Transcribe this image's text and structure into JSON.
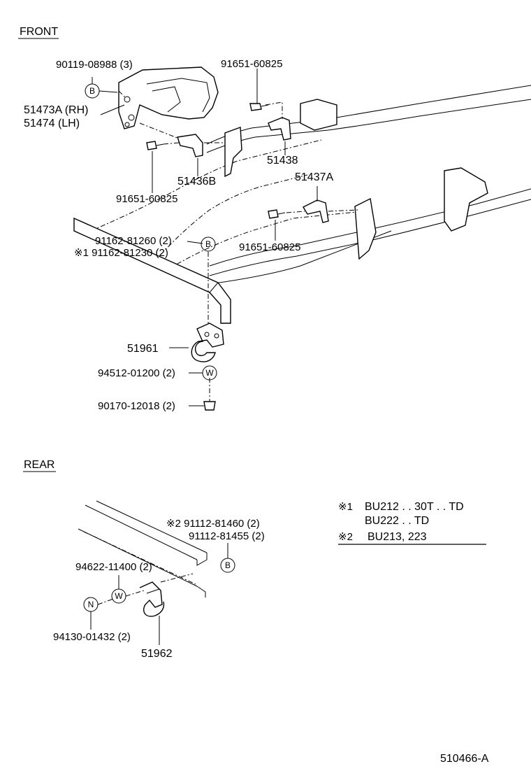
{
  "sections": {
    "front": "FRONT",
    "rear": "REAR"
  },
  "front_parts": {
    "p1": "90119-08988 (3)",
    "p2": "91651-60825",
    "p3a": "51473A (RH)",
    "p3b": "51474   (LH)",
    "p4": "51438",
    "p5": "51436B",
    "p6": "51437A",
    "p7": "91651-60825",
    "p8": "91651-60825",
    "p9": "91162-81260 (2)",
    "p10": "※1 91162-81230 (2)",
    "p11": "51961",
    "p12": "94512-01200 (2)",
    "p13": "90170-12018 (2)"
  },
  "rear_parts": {
    "r1a": "※2 91112-81460 (2)",
    "r1b": "91112-81455 (2)",
    "r2": "94622-11400 (2)",
    "r3": "94130-01432 (2)",
    "r4": "51962"
  },
  "markers": {
    "b": "B",
    "w": "W",
    "n": "N"
  },
  "notes": {
    "n1_mark": "※1",
    "n1_line1": "BU212 . . 30T . . TD",
    "n1_line2": "BU222 . . TD",
    "n2_mark": "※2",
    "n2_line1": "BU213, 223"
  },
  "diagram_id": "510466-A"
}
